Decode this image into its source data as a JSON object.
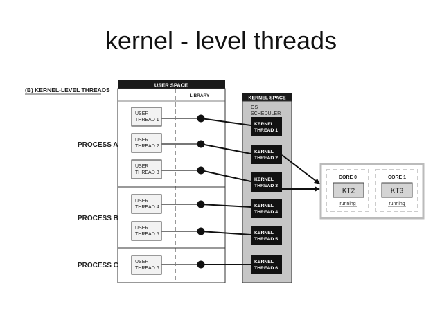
{
  "title": "kernel - level threads",
  "diagram_label": "(B) KERNEL-LEVEL THREADS",
  "user_space_header": "USER SPACE",
  "library_label": "LIBRARY",
  "kernel_space_header": "KERNEL SPACE",
  "os_scheduler_line1": "OS",
  "os_scheduler_line2": "SCHEDULER",
  "processes": [
    "PROCESS A",
    "PROCESS B",
    "PROCESS C"
  ],
  "user_threads": [
    {
      "line1": "USER",
      "line2": "THREAD 1"
    },
    {
      "line1": "USER",
      "line2": "THREAD 2"
    },
    {
      "line1": "USER",
      "line2": "THREAD 3"
    },
    {
      "line1": "USER",
      "line2": "THREAD 4"
    },
    {
      "line1": "USER",
      "line2": "THREAD 5"
    },
    {
      "line1": "USER",
      "line2": "THREAD 6"
    }
  ],
  "kernel_threads": [
    {
      "line1": "KERNEL",
      "line2": "THREAD 1"
    },
    {
      "line1": "KERNEL",
      "line2": "THREAD 2"
    },
    {
      "line1": "KERNEL",
      "line2": "THREAD 3"
    },
    {
      "line1": "KERNEL",
      "line2": "THREAD 4"
    },
    {
      "line1": "KERNEL",
      "line2": "THREAD 5"
    },
    {
      "line1": "KERNEL",
      "line2": "THREAD 6"
    }
  ],
  "cores": [
    {
      "name": "CORE 0",
      "thread": "KT2",
      "status": "running"
    },
    {
      "name": "CORE 1",
      "thread": "KT3",
      "status": "running"
    }
  ]
}
